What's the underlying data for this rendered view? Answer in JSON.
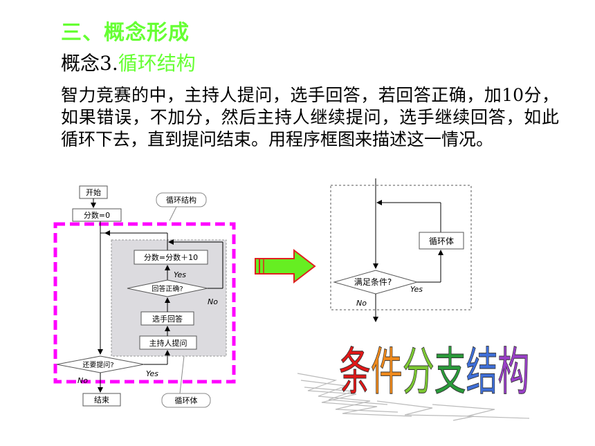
{
  "header": {
    "section_title": "三、概念形成",
    "concept_prefix": "概念3.",
    "concept_name": "循环结构"
  },
  "paragraph": "智力竞赛的中，主持人提问，选手回答，若回答正确，加10分，如果错误，不加分，然后主持人继续提问，选手继续回答，如此循环下去，直到提问结束。用程序框图来描述这一情况。",
  "flowchart_left": {
    "start": "开始",
    "init": "分数=0",
    "callout_top": "循环结构",
    "add_score": "分数=分数＋10",
    "yes_inner": "Yes",
    "no_inner": "No",
    "decision_correct": "回答正确?",
    "answer": "选手回答",
    "ask": "主持人提问",
    "decision_more": "还要提问?",
    "yes_outer": "Yes",
    "no_outer": "No",
    "end": "结束",
    "callout_bottom": "循环体"
  },
  "flowchart_right": {
    "body": "循环体",
    "decision": "满足条件?",
    "yes": "Yes",
    "no": "No"
  },
  "wordart": {
    "text": [
      "条",
      "件",
      "分",
      "支",
      "结",
      "构"
    ],
    "colors": [
      "#e01818",
      "#f08a1c",
      "#7cc832",
      "#2a9a3a",
      "#3f6fd8",
      "#9a40c8"
    ]
  },
  "colors": {
    "accent_green": "#66ff33",
    "loop_border": "#ff00ff",
    "arrow_fill": "#66ee22",
    "arrow_stroke": "#e02020"
  }
}
